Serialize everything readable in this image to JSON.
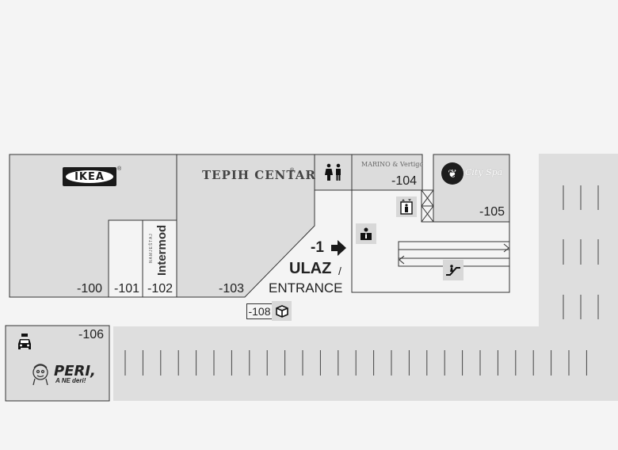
{
  "map": {
    "stores": [
      {
        "id": "ikea",
        "number": "-100",
        "brand": "IKEA",
        "trademark": "®"
      },
      {
        "id": "unit-101",
        "number": "-101"
      },
      {
        "id": "intermod",
        "number": "-102",
        "brand": "Intermod",
        "brand_sub": "NAMJEŠTAJ"
      },
      {
        "id": "tepih-centar",
        "number": "-103",
        "brand": "TEPIH CENTAR",
        "trademark": "®"
      },
      {
        "id": "marino-vertigo",
        "number": "-104",
        "brand": "MARINO & Vertigo"
      },
      {
        "id": "city-spa",
        "number": "-105",
        "brand": "City Spa"
      },
      {
        "id": "peri",
        "number": "-106",
        "brand": "PERI,",
        "brand_sub": "A NE deri!"
      },
      {
        "id": "unit-108",
        "number": "-108"
      }
    ],
    "entrance": {
      "level": "-1",
      "label": "ULAZ",
      "separator": "/",
      "label_en": "ENTRANCE"
    },
    "icons": [
      "restroom-icon",
      "elevator-icon",
      "info-desk-icon",
      "escalator-icon",
      "parcel-icon",
      "car-icon",
      "arrow-right-icon"
    ],
    "colors": {
      "background": "#f4f4f4",
      "unit_fill": "#dcdcdc",
      "parking_fill": "#dedede",
      "outline": "#333333"
    }
  }
}
